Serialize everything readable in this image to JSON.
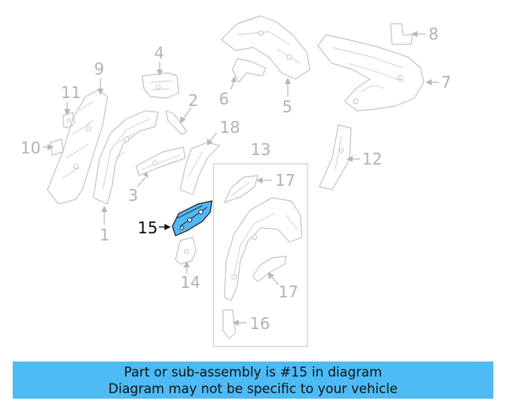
{
  "callouts": {
    "c1": "1",
    "c2": "2",
    "c3": "3",
    "c4": "4",
    "c5": "5",
    "c6": "6",
    "c7": "7",
    "c8": "8",
    "c9": "9",
    "c10": "10",
    "c11": "11",
    "c12": "12",
    "c13": "13",
    "c14": "14",
    "c15": "15",
    "c16": "16",
    "c17a": "17",
    "c17b": "17",
    "c18": "18"
  },
  "highlighted_part": "15",
  "colors": {
    "highlight_fill": "#50b8f2",
    "banner_background": "#4fbbf5",
    "line_gray": "#c4c4c4"
  },
  "banner": {
    "line1": "Part or sub-assembly is #15 in diagram",
    "line2": "Diagram may not be specific to your vehicle"
  }
}
